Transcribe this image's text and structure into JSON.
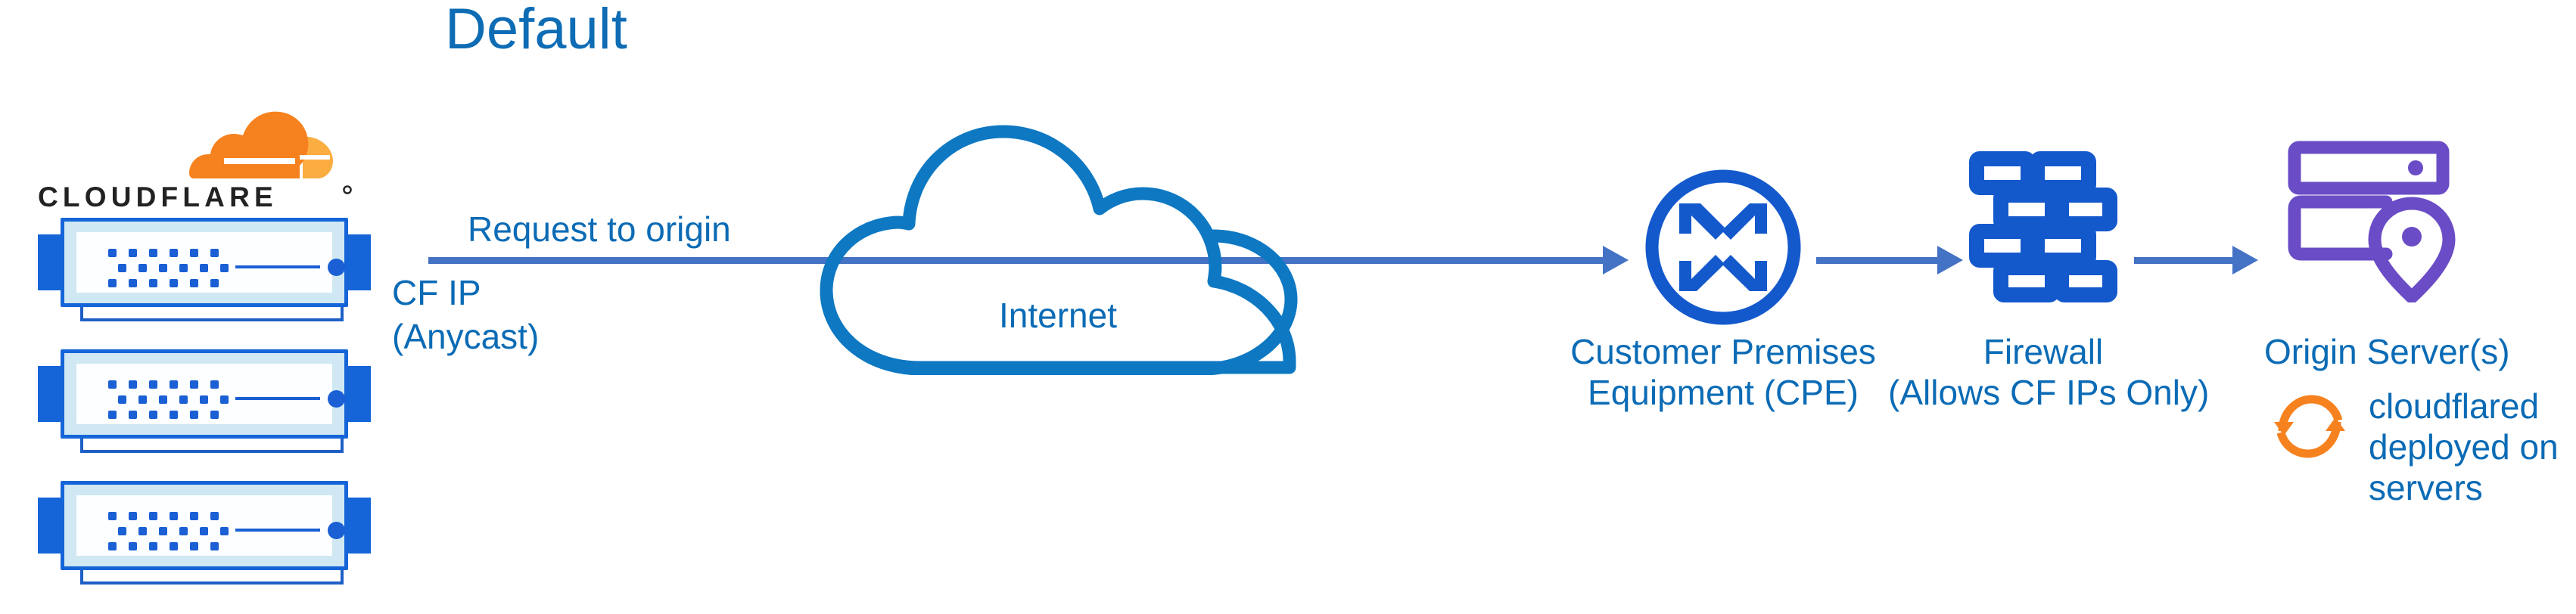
{
  "diagram": {
    "title": "Default",
    "accent_blue": "#0B6BB5",
    "arrow_blue": "#4472C4",
    "node_blue": "#1565D8",
    "origin_purple": "#6A4CC6",
    "cloudflare_orange": "#F6821F",
    "cloudflare_orange_light": "#FBAD41",
    "background": "#ffffff"
  },
  "brand": {
    "logo_name": "cloudflare-logo",
    "wordmark": "CLOUDFLARE",
    "cloud_mark_name": "cloudflare-cloud-mark",
    "registered_mark": "®"
  },
  "edge": {
    "stack_name": "cloudflare-edge-server-stack",
    "server_count": 3,
    "server_icon_name": "network-appliance-icon",
    "ip_label_line1": "CF IP",
    "ip_label_line2": "(Anycast)"
  },
  "flow": {
    "request_label": "Request to origin",
    "arrows": [
      {
        "name": "arrow-edge-to-cpe",
        "from": "cloudflare-edge",
        "to": "customer-premises-equipment"
      },
      {
        "name": "arrow-cpe-to-firewall",
        "from": "customer-premises-equipment",
        "to": "firewall"
      },
      {
        "name": "arrow-firewall-to-origin",
        "from": "firewall",
        "to": "origin-server"
      }
    ]
  },
  "nodes": [
    {
      "id": "internet",
      "icon_name": "cloud-icon",
      "label": "Internet",
      "label_lines": [
        "Internet"
      ],
      "color": "#0B6BB5"
    },
    {
      "id": "customer-premises-equipment",
      "icon_name": "router-icon",
      "label": "Customer Premises Equipment (CPE)",
      "label_lines": [
        "Customer Premises",
        "Equipment (CPE)"
      ],
      "color": "#1565D8"
    },
    {
      "id": "firewall",
      "icon_name": "brick-wall-icon",
      "label": "Firewall (Allows CF IPs Only)",
      "label_lines": [
        "Firewall",
        "(Allows CF IPs Only)"
      ],
      "color": "#1565D8"
    },
    {
      "id": "origin-server",
      "icon_name": "server-rack-location-pin-icon",
      "label": "Origin Server(s)",
      "label_lines": [
        "Origin Server(s)"
      ],
      "color": "#6A4CC6"
    }
  ],
  "annotation": {
    "icon_name": "sync-refresh-icon",
    "lines": [
      "cloudflared",
      "deployed on",
      "servers"
    ],
    "icon_color": "#F6821F",
    "text_color": "#0B6BB5"
  }
}
